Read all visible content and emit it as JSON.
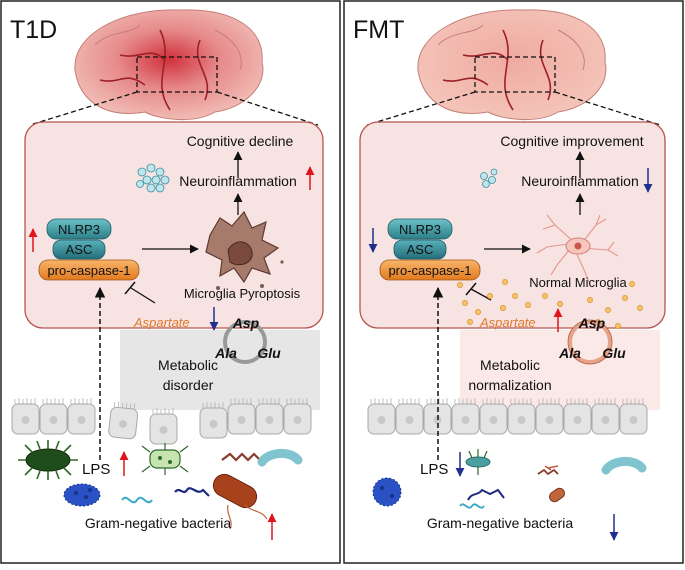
{
  "panels": {
    "left": {
      "title": "T1D",
      "outcome": "Cognitive decline",
      "neuro": "Neuroinflammation",
      "nlrp3": "NLRP3",
      "asc": "ASC",
      "procasp": "pro-caspase-1",
      "microglia": "Microglia Pyroptosis",
      "aspartate": "Aspartate",
      "asp": "Asp",
      "ala": "Ala",
      "glu": "Glu",
      "metabolic_1": "Metabolic",
      "metabolic_2": "disorder",
      "lps": "LPS",
      "bacteria": "Gram-negative bacteria"
    },
    "right": {
      "title": "FMT",
      "outcome": "Cognitive improvement",
      "neuro": "Neuroinflammation",
      "nlrp3": "NLRP3",
      "asc": "ASC",
      "procasp": "pro-caspase-1",
      "microglia": "Normal Microglia",
      "aspartate": "Aspartate",
      "asp": "Asp",
      "ala": "Ala",
      "glu": "Glu",
      "metabolic_1": "Metabolic",
      "metabolic_2": "normalization",
      "lps": "LPS",
      "bacteria": "Gram-negative bacteria"
    }
  },
  "colors": {
    "up_arrow": "#e0151b",
    "down_arrow": "#1f2f8f",
    "nlrp3_fill": "#3a8f98",
    "asc_fill": "#2e7d8a",
    "procasp_fill": "#ef8a2c",
    "aspartate_text": "#e07a2c",
    "brain_box_fill": "#f7e3e1",
    "brain_box_stroke": "#b7554d"
  }
}
